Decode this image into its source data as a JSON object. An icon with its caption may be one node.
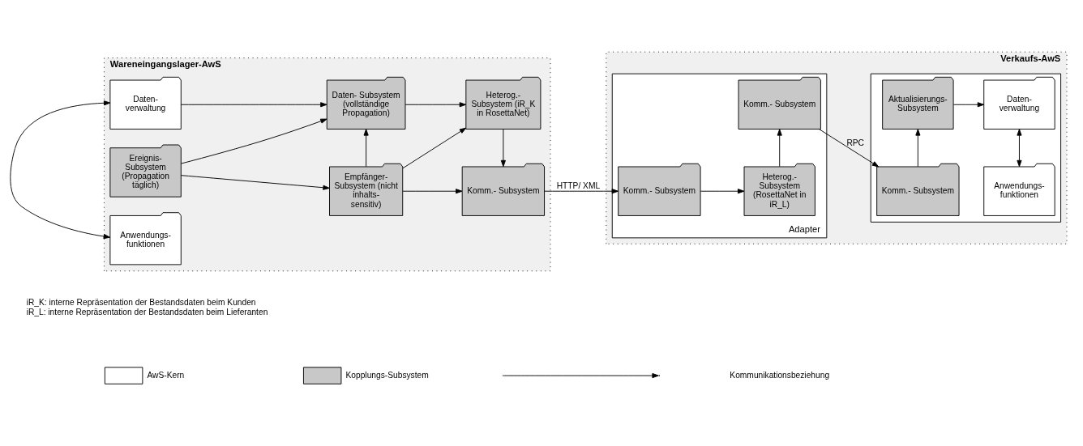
{
  "diagram": {
    "nodes": [
      {
        "text": [
          "Wareneingangslager-AwS"
        ]
      },
      {
        "text": [
          "Anwendungs- funktionen"
        ],
        "in": 0
      },
      {
        "text": [
          "Ereignis- Subsystem (Propagation täglich)"
        ],
        "in": 0
      },
      {
        "text": [
          "Empfänger- Subsystem (nicht inhalts- sensitiv)"
        ],
        "in": 0
      },
      {
        "text": [
          "Komm.- Subsystem"
        ],
        "in": 0
      },
      {
        "text": [
          "Daten- verwaltung"
        ],
        "in": 0
      },
      {
        "text": [
          "Daten- Subsystem (vollständige Propagation)"
        ],
        "in": 0
      },
      {
        "text": [
          "Heterog.- Subsystem (iR_K in RosettaNet)"
        ],
        "in": 0
      },
      {
        "text": [
          "Verkaufs-AwS"
        ]
      },
      {
        "text": [
          "Adapter"
        ],
        "in": 8
      },
      {
        "text": [
          "Komm.- Subsystem"
        ],
        "in": 9
      },
      {
        "text": [
          "Komm.- Subsystem"
        ],
        "in": 9
      },
      {
        "text": [
          "Heterog.- Subsystem (RosettaNet in iR_L)"
        ],
        "in": 9
      },
      {
        "text": [],
        "shape": "box",
        "in": 8
      },
      {
        "text": [
          "Komm.- Subsystem"
        ],
        "in": 13
      },
      {
        "text": [
          "Anwendungs- funktionen"
        ],
        "in": 13
      },
      {
        "text": [
          "Aktualisierungs- Subsystem"
        ],
        "in": 13
      },
      {
        "text": [
          "Daten- verwaltung"
        ],
        "in": 13
      }
    ],
    "edges": [
      {
        "from": 1,
        "to": 5,
        "arrow": "both"
      },
      {
        "from": 2,
        "to": 3,
        "arrow": "to"
      },
      {
        "from": 3,
        "to": 4,
        "arrow": "to"
      },
      {
        "from": 2,
        "to": 6,
        "arrow": "to"
      },
      {
        "from": 3,
        "to": 7,
        "arrow": "to"
      },
      {
        "from": 3,
        "to": 6,
        "arrow": "to"
      },
      {
        "from": 5,
        "to": 6,
        "arrow": "to"
      },
      {
        "from": 6,
        "to": 7,
        "arrow": "to"
      },
      {
        "from": 7,
        "to": 4,
        "arrow": "to"
      },
      {
        "from": 4,
        "to": 10,
        "arrow": "to",
        "label": "HTTP/ XML"
      },
      {
        "from": 10,
        "to": 12,
        "arrow": "to"
      },
      {
        "from": 12,
        "to": 11,
        "arrow": "to"
      },
      {
        "from": 11,
        "to": 14,
        "arrow": "to",
        "label": "RPC"
      },
      {
        "from": 14,
        "to": 16,
        "arrow": "to"
      },
      {
        "from": 15,
        "to": 17,
        "arrow": "both"
      },
      {
        "from": 16,
        "to": 17,
        "arrow": "to"
      }
    ],
    "labels": [
      "iR_K: interne Repräsentation der Bestandsdaten beim Kunden",
      "iR_L: interne Repräsentation der Bestandsdaten beim Lieferanten"
    ],
    "legend": [
      {
        "text": "AwS-Kern",
        "color": "#ffffff"
      },
      {
        "text": "Kopplungs-Subsystem",
        "color": "#c8c8c8"
      },
      {
        "text": "Kommunikationsbeziehung"
      }
    ]
  }
}
